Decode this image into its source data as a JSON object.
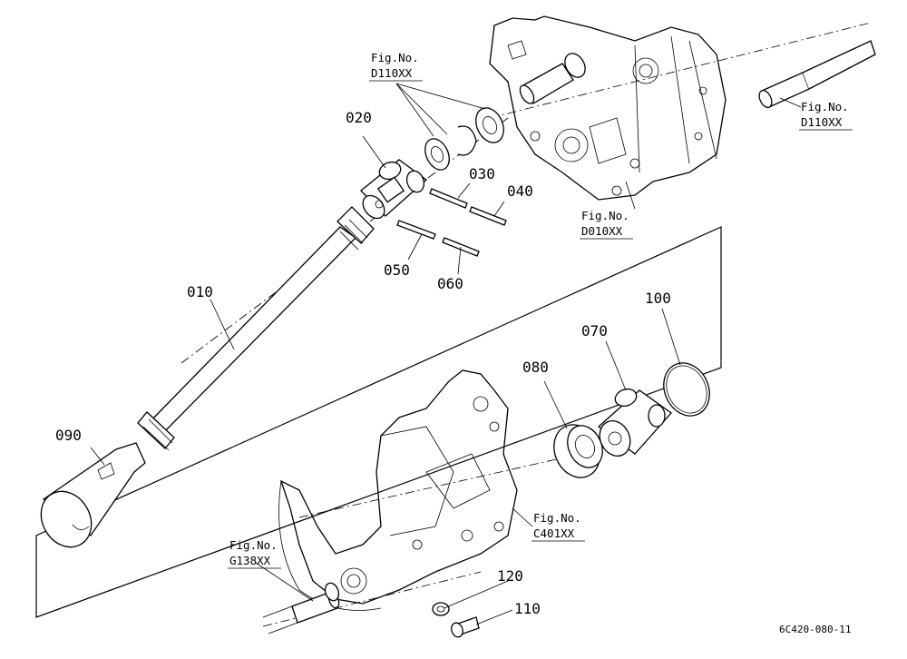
{
  "parts": {
    "p010": "010",
    "p020": "020",
    "p030": "030",
    "p040": "040",
    "p050": "050",
    "p060": "060",
    "p070": "070",
    "p080": "080",
    "p090": "090",
    "p100": "100",
    "p110": "110",
    "p120": "120"
  },
  "fig_refs": {
    "d110_top": {
      "label": "Fig.No.",
      "code": "D110XX"
    },
    "d110_right": {
      "label": "Fig.No.",
      "code": "D110XX"
    },
    "d010": {
      "label": "Fig.No.",
      "code": "D010XX"
    },
    "c401": {
      "label": "Fig.No.",
      "code": "C401XX"
    },
    "g138": {
      "label": "Fig.No.",
      "code": "G138XX"
    }
  },
  "drawing_code": "6C420-080-11"
}
